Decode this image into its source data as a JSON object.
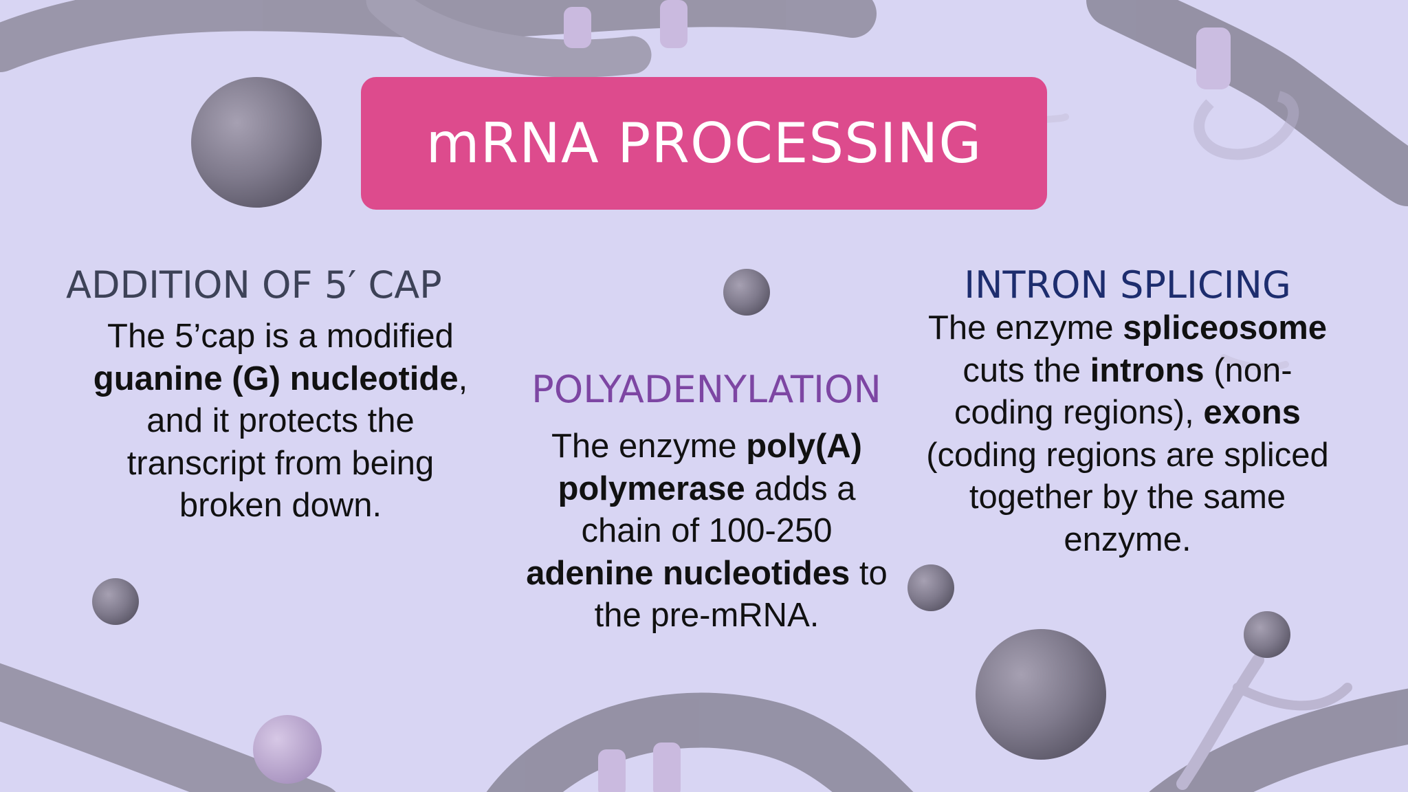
{
  "slide": {
    "title": "mRNA PROCESSING",
    "colors": {
      "background": "#d8d5f3",
      "title_box": "#dd4b8d",
      "heading_1": "#3d4257",
      "heading_2": "#7d46a3",
      "heading_3": "#1d2d6e"
    },
    "sections": [
      {
        "heading": "ADDITION OF 5′ CAP",
        "body": {
          "t1": "The 5’cap is a modified ",
          "b1": "guanine (G) nucleotide",
          "t2": ", and it protects the transcript from being broken down."
        }
      },
      {
        "heading": "POLYADENYLATION",
        "body": {
          "t1": "The enzyme ",
          "b1": "poly(A) polymerase",
          "t2": " adds a chain of 100-250 ",
          "b2": "adenine nucleotides",
          "t3": " to the pre-mRNA."
        }
      },
      {
        "heading": "INTRON SPLICING",
        "body": {
          "t1": "The enzyme ",
          "b1": "spliceosome",
          "t2": " cuts the ",
          "b2": "introns",
          "t3": " (non-coding regions), ",
          "b3": "exons",
          "t4": " (coding regions are spliced together by the same enzyme."
        }
      }
    ]
  }
}
